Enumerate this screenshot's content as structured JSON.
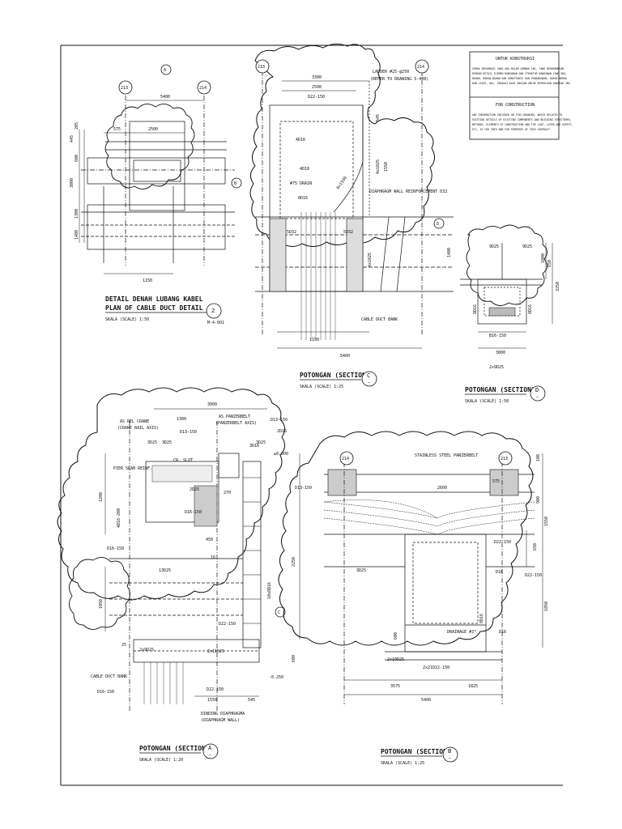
{
  "sheet": {
    "cloud_color": "#111111",
    "line_color": "#111111"
  },
  "notes": {
    "heading_id": "UNTUK KONSTRUKSI",
    "text_id": [
      "SEMUA INFORMASI YANG ADA DALAM GAMBAR INI, YANG BERHUBUNGAN",
      "DENGAN DETAIL ELEMEN BANGUNAN DAN STRUKTUR BANGUNAN YANG ADA,",
      "BAHAN, BAHAN-BAHAN DAN KONSTRUKSI DAN PENANGANAN, HARUS BERDA",
      "DAN LAYER, HAL, SEBAGAI BAGI BAGIAN UNTUK KEPERLUAN KONTRAK INI."
    ],
    "heading_en": "FOR CONSTRUCTION",
    "text_en": [
      "ANY INFORMATION INCLUDED ON THIS DRAWING, WHICH RELATES TO",
      "EXISTING DETAILS OF EXISTING COMPONENTS AND BUILDING STRUCTURES,",
      "METHODS, ELEMENTS OF CONSTRUCTION AND THE LIKE, LAYER AND ASPECT,",
      "ETC, IS FOR INFO AND FOR PURPOSES OF THIS CONTRACT."
    ]
  },
  "detail_2": {
    "title_id": "DETAIL DENAH LUBANG KABEL",
    "title_en": "PLAN OF CABLE DUCT DETAIL",
    "scale": "SKALA (SCALE) 1:50",
    "number": "2",
    "ref": "M-4-001",
    "grid_a": "213",
    "grid_b": "214",
    "section_marker_a": "A",
    "section_marker_b": "B",
    "dims": [
      "5400",
      "575",
      "2500",
      "3000",
      "445",
      "205",
      "1300",
      "1400",
      "1150",
      "600"
    ]
  },
  "section_c": {
    "title": "POTONGAN (SECTION)",
    "scale": "SKALA (SCALE) 1:25",
    "marker": "C",
    "marker_sub": "–",
    "grid_a": "213",
    "grid_b": "214",
    "ladder_note": "LADDER #25-@250",
    "ladder_ref": "(REFER TO DRAWING 3-408)",
    "labels": [
      "4D16",
      "4D18",
      "#75 DRAIN",
      "8D16",
      "5D32",
      "5D32",
      "DIAPHRAGM WALL REINFORCEMENT D32",
      "CABLE DUCT BANK",
      "R=1500"
    ],
    "dims": [
      "3300",
      "2500",
      "D22-150",
      "545",
      "4x1025",
      "1550",
      "4x1025",
      "1400",
      "1150",
      "5400"
    ]
  },
  "section_d": {
    "title": "POTONGAN (SECTION)",
    "scale": "SKALA (SCALE) 1:50",
    "marker": "D",
    "marker_sub": "–",
    "labels": [
      "9D25",
      "9D25",
      "8D16",
      "8D16",
      "B16-150",
      "3000",
      "2x9D25",
      "1000",
      "650",
      "3250"
    ]
  },
  "section_a": {
    "title": "POTONGAN (SECTION)",
    "scale": "SKALA (SCALE) 1:20",
    "marker": "A",
    "marker_sub": "–",
    "labels": [
      "AS REL CRANE",
      "(CRANE RAIL AXIS)",
      "AS PANZERBELT",
      "(PANZERBELT AXIS)",
      "CR. SLOT",
      "PIER SLAB REINF.",
      "CABLE DUCT BANK",
      "DINDING DIAPHRAGMA",
      "(DIAPHRAGM WALL)",
      "D16-150",
      "D16-150",
      "D16-150",
      "D13-150",
      "D13-150",
      "D13-150",
      "D22-150",
      "D22-150",
      "2x11D25",
      "2x9D25",
      "3D25",
      "2D16",
      "10x8D16",
      "13D25"
    ],
    "dims": [
      "3000",
      "1300",
      "3D25",
      "3D25",
      "2D25",
      "3D16",
      "±0.000",
      "1200",
      "270",
      "450",
      "16",
      "1050",
      "2250",
      "600",
      "-0.250",
      "1550",
      "545",
      "25",
      "4D16-200"
    ]
  },
  "section_b": {
    "title": "POTONGAN (SECTION)",
    "scale": "SKALA (SCALE) 1:25",
    "marker": "B",
    "marker_sub": "–",
    "grid_a": "214",
    "grid_b": "213",
    "labels": [
      "STAINLESS STEEL PANZERBELT",
      "2600",
      "575",
      "D22-150",
      "D22-150",
      "D16",
      "D16",
      "8D16",
      "DRAINAGE #3\"",
      "2x10D25",
      "2x21D22-150",
      "3D25"
    ],
    "dims": [
      "100",
      "900",
      "1550",
      "650",
      "1850",
      "600",
      "3575",
      "1825",
      "5400"
    ]
  }
}
